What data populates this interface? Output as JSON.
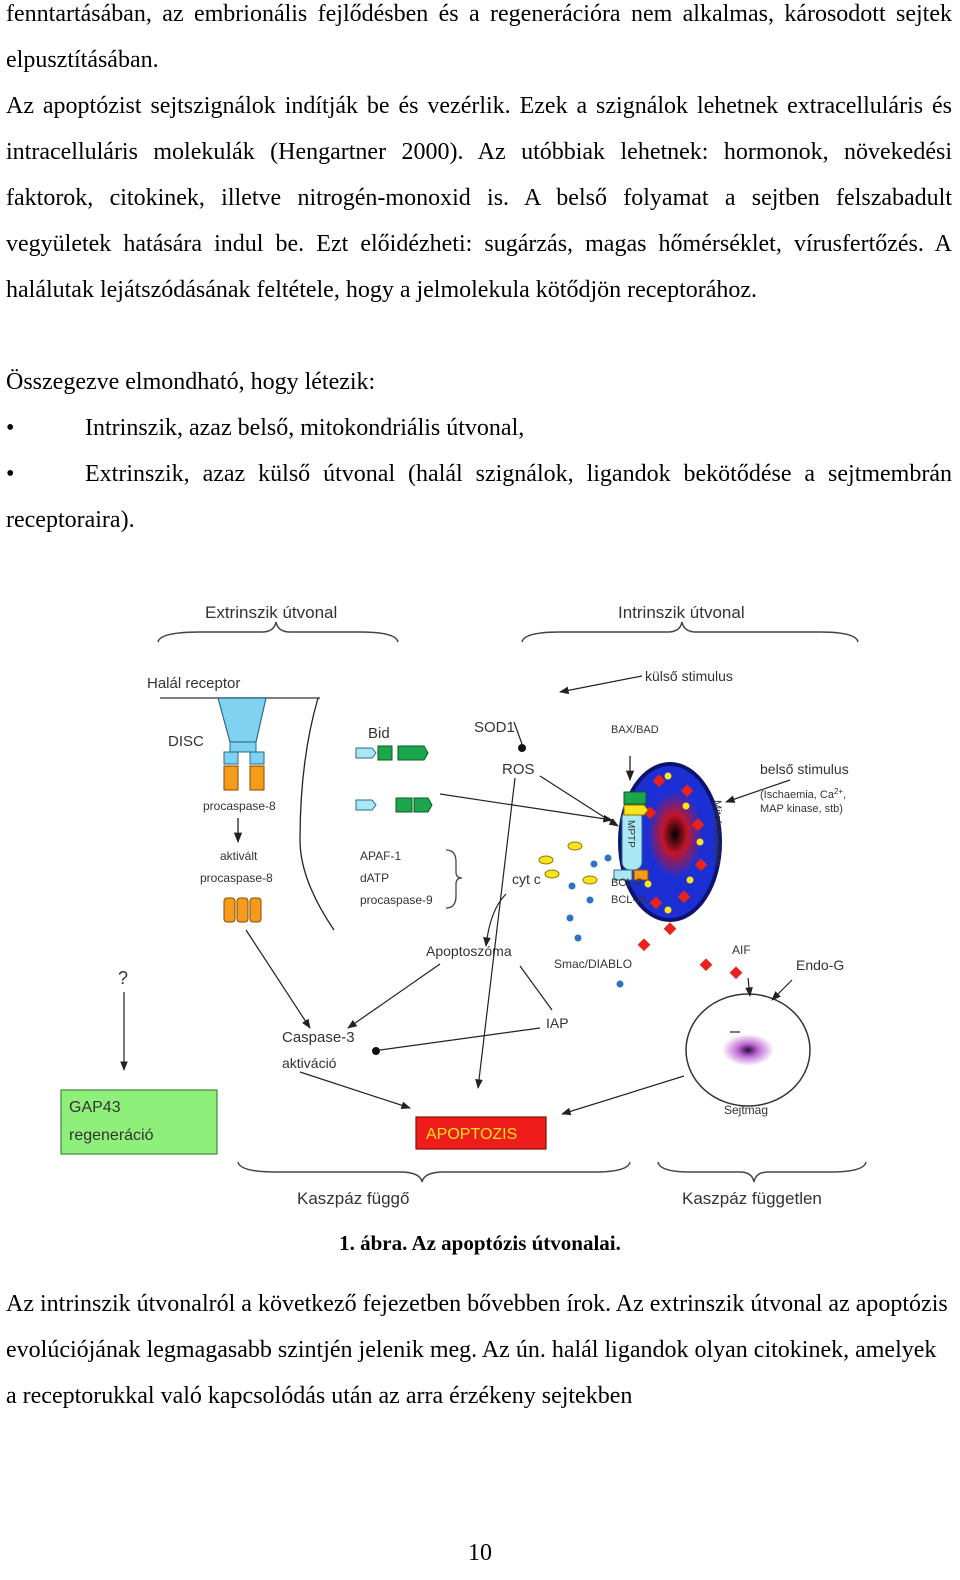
{
  "paragraphs_top": [
    "fenntartásában, az embrionális fejlődésben és a regenerációra nem alkalmas, károsodott sejtek elpusztításában.",
    "Az apoptózist sejtszignálok indítják be és vezérlik. Ezek a szignálok lehetnek extracelluláris és intracelluláris molekulák (Hengartner 2000). Az utóbbiak lehetnek: hormonok, növekedési faktorok, citokinek, illetve nitrogén-monoxid is. A belső folyamat a sejtben felszabadult vegyületek hatására indul be. Ezt előidézheti: sugárzás, magas hőmérséklet, vírusfertőzés. A halálutak lejátszódásának feltétele, hogy a jelmolekula kötődjön receptorához.",
    "Összegezve elmondható, hogy létezik:"
  ],
  "bullets": [
    "Intrinszik, azaz belső, mitokondriális útvonal,",
    "Extrinszik, azaz külső útvonal (halál szignálok, ligandok bekötődése a sejtmembrán receptoraira)."
  ],
  "bullet_symbol": "•",
  "figure": {
    "labels": {
      "extrinsic": "Extrinszik útvonal",
      "intrinsic": "Intrinszik útvonal",
      "death_receptor": "Halál receptor",
      "external_stimulus": "külső stimulus",
      "disc": "DISC",
      "bid": "Bid",
      "sod1": "SOD1",
      "ros": "ROS",
      "bax_bad": "BAX/BAD",
      "internal_stimulus": "belső stimulus",
      "internal_stimulus_detail": "(Ischaemia, Ca",
      "internal_stimulus_sup": "2+",
      "internal_stimulus_detail_end": ",",
      "internal_stimulus_detail2": "MAP kinase, stb)",
      "procaspase8": "procaspase-8",
      "activated": "aktivált",
      "procaspase8_b": "procaspase-8",
      "apaf1": "APAF-1",
      "datp": "dATP",
      "procaspase9": "procaspase-9",
      "cytc": "cyt c",
      "mptp": "MPTP",
      "bcl2": "BCL-2",
      "bclxl": "BCL-XL",
      "mitochondrion": "Mitokondrium",
      "question": "?",
      "apoptosome": "Apoptoszóma",
      "smac": "Smac/DIABLO",
      "aif": "AIF",
      "endog": "Endo-G",
      "iap": "IAP",
      "caspase3": "Caspase-3",
      "activation": "aktiváció",
      "gap43": "GAP43",
      "regeneration": "regeneráció",
      "apoptosis": "APOPTOZIS",
      "nucleus": "Sejtmag",
      "caspase_dependent": "Kaszpáz függő",
      "caspase_independent": "Kaszpáz független"
    },
    "colors": {
      "receptor": "#7fd3f0",
      "orange": "#f59b1a",
      "green": "#1aa64b",
      "cyan_box": "#a9e7f2",
      "mito_blue": "#1c2fd4",
      "mito_outline": "#0d1470",
      "red": "#e8231c",
      "yellow": "#f7e41c",
      "gap_green": "#8ef07a",
      "apoptosis_red": "#ef1c1c",
      "blue_dot": "#2f74c4"
    }
  },
  "caption": "1. ábra. Az apoptózis útvonalai.",
  "paragraph_bottom": "Az intrinszik útvonalról a következő fejezetben bővebben írok. Az extrinszik útvonal az apoptózis evolúciójának legmagasabb szintjén jelenik meg. Az ún. halál ligandok olyan citokinek, amelyek a receptorukkal való kapcsolódás után az arra érzékeny sejtekben",
  "page_number": "10"
}
